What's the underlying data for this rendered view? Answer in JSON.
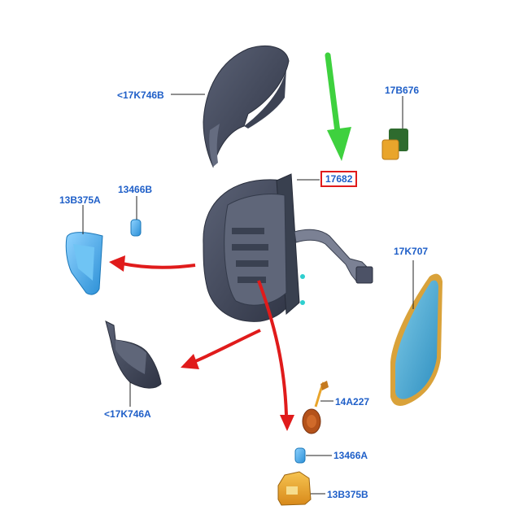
{
  "diagram": {
    "colors": {
      "label": "#1f5fc8",
      "highlight_box": "#e01b1b",
      "green_arrow": "#3ed13e",
      "red_arrow": "#e01b1b",
      "housing": "#4c5266",
      "blue_part": "#3aa7e6",
      "amber_part": "#e9a52c"
    },
    "parts": [
      {
        "id": "cover-upper",
        "label": "<17K746B"
      },
      {
        "id": "bracket-small",
        "label": "17B676"
      },
      {
        "id": "main-housing",
        "label": "17682",
        "highlighted": true
      },
      {
        "id": "lamp-lens-left",
        "label": "13B375A"
      },
      {
        "id": "bulb-left",
        "label": "13466B"
      },
      {
        "id": "mirror-glass",
        "label": "17K707"
      },
      {
        "id": "cover-lower",
        "label": "<17K746A"
      },
      {
        "id": "harness",
        "label": "14A227"
      },
      {
        "id": "bulb-right",
        "label": "13466A"
      },
      {
        "id": "lamp-lens-right",
        "label": "13B375B"
      }
    ]
  }
}
